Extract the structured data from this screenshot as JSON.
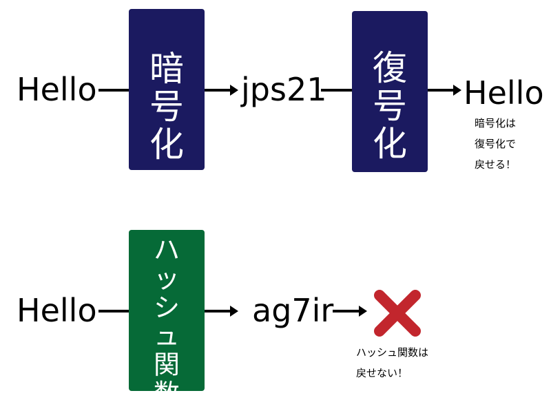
{
  "colors": {
    "encrypt_box": "#1b1a60",
    "hash_box": "#066a37",
    "cross": "#c2262d",
    "line": "#000000"
  },
  "encryption_flow": {
    "input": "Hello",
    "encrypt_label": "暗号化",
    "ciphertext": "jps21",
    "decrypt_label": "復号化",
    "output": "Hello",
    "note_lines": [
      "暗号化は",
      "復号化で",
      "戻せる！"
    ]
  },
  "hash_flow": {
    "input": "Hello",
    "hash_label": "ハッシュ関数",
    "digest": "ag7ir",
    "result_icon": "cross-icon",
    "note_lines": [
      "ハッシュ関数は",
      "戻せない！"
    ]
  }
}
